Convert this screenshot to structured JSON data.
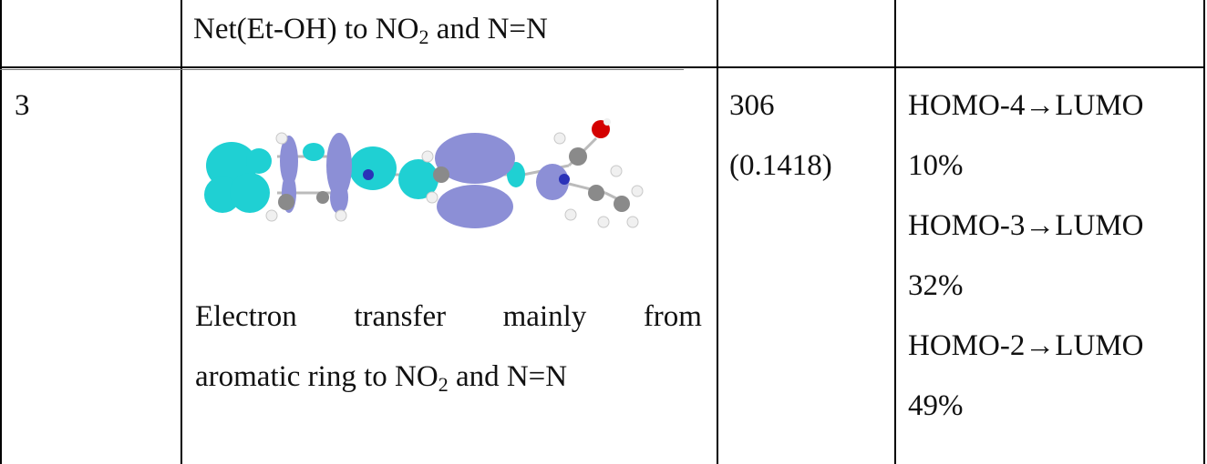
{
  "table": {
    "rows": [
      {
        "index": "",
        "description": {
          "prefix": "Net(Et-OH) to NO",
          "sub": "2",
          "suffix": " and N=N"
        },
        "wavelength": "",
        "oscillator": "",
        "transitions": []
      },
      {
        "index": "3",
        "image_icon": "molecular-orbital-isosurface-image",
        "description": {
          "line1_words": [
            "Electron",
            "transfer",
            "mainly",
            "from"
          ],
          "line2_prefix": "aromatic ring to NO",
          "line2_sub": "2",
          "line2_suffix": " and N=N"
        },
        "wavelength": "306",
        "oscillator": "(0.1418)",
        "transitions": [
          {
            "label": "HOMO-4→LUMO",
            "percent": "10%"
          },
          {
            "label": "HOMO-3→LUMO",
            "percent": "32%"
          },
          {
            "label": "HOMO-2→LUMO",
            "percent": "49%"
          }
        ]
      }
    ]
  },
  "colors": {
    "lobe_cyan": "#1fd0d3",
    "lobe_lavender": "#8c8fd6",
    "carbon_gray": "#8a8a8a",
    "hydrogen_white": "#f0f0f0",
    "oxygen_red": "#d40000",
    "nitrogen_blue": "#2a32b8"
  }
}
